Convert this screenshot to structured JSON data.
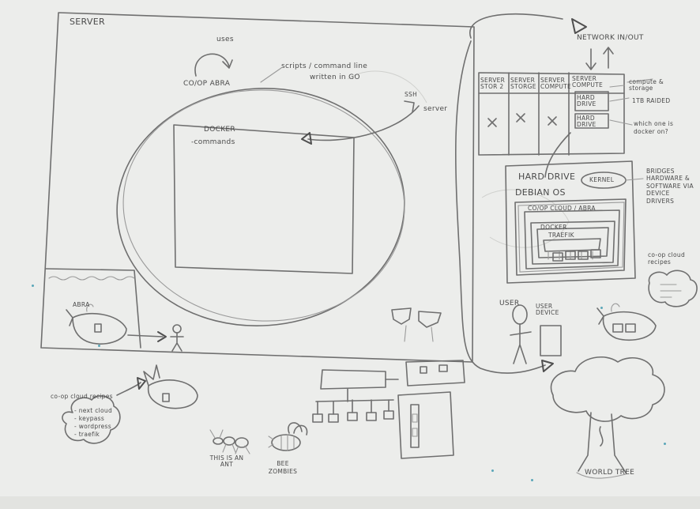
{
  "server": {
    "title": "SERVER",
    "uses": "uses",
    "coop_abra": "CO/OP ABRA",
    "scripts": "scripts / command line",
    "written": "written in GO",
    "ssh": "SSH",
    "ssh_server": "server",
    "docker": "DOCKER",
    "docker_commands": "-commands",
    "abra_whale": "ABRA"
  },
  "network": {
    "label": "NETWORK IN/OUT",
    "columns": [
      "SERVER STOR 2",
      "SERVER STORGE",
      "SERVER COMPUTE",
      "SERVER COMPUTE"
    ],
    "hard_drive_a": "HARD DRIVE",
    "hard_drive_b": "HARD DRIVE",
    "compute_storage": "compute & storage",
    "tb_raided": "1TB RAIDED",
    "which_one": "which one is docker on?"
  },
  "hard_drive_panel": {
    "title": "HARD DRIVE",
    "kernel": "KERNEL",
    "debian": "DEBIAN OS",
    "coop_cloud": "CO/OP CLOUD / ABRA",
    "docker": "DOCKER",
    "traefik": "TRAEFIK",
    "bridges": "BRIDGES HARDWARE & SOFTWARE VIA DEVICE DRIVERS"
  },
  "user": {
    "user": "USER",
    "device": "USER DEVICE"
  },
  "recipes": {
    "right": "co-op cloud recipes",
    "left_title": "co-op cloud recipes",
    "left_items": [
      "- next cloud",
      "- keypass",
      "- wordpress",
      "- traefik"
    ]
  },
  "creatures": {
    "ant": "THIS IS AN ANT",
    "bee": "BEE ZOMBIES",
    "tree": "WORLD TREE"
  }
}
